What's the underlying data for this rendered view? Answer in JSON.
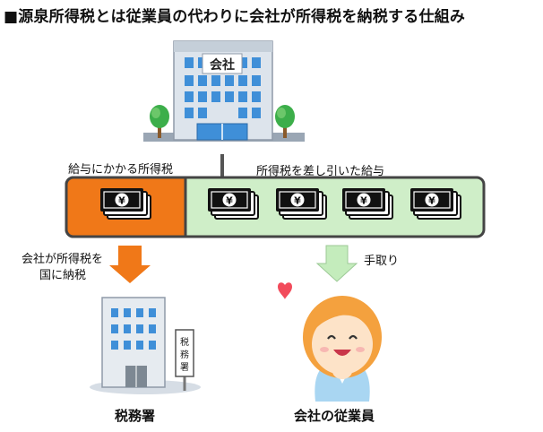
{
  "title": "■源泉所得税とは従業員の代わりに会社が所得税を納税する仕組み",
  "company": {
    "sign": "会社"
  },
  "labels": {
    "tax_portion": "給与にかかる所得税",
    "net_salary": "所得税を差し引いた給与",
    "company_pays_line1": "会社が所得税を",
    "company_pays_line2": "国に納税",
    "take_home": "手取り"
  },
  "tax_office": {
    "sign": "税務署",
    "caption": "税務署"
  },
  "employee": {
    "caption": "会社の従業員"
  },
  "money_icon_symbol": "¥",
  "colors": {
    "tax_box": "#f07818",
    "net_box": "#cfeec8",
    "bar_border": "#444444",
    "orange_arrow": "#f07818",
    "green_arrow": "#c4ecbc"
  }
}
